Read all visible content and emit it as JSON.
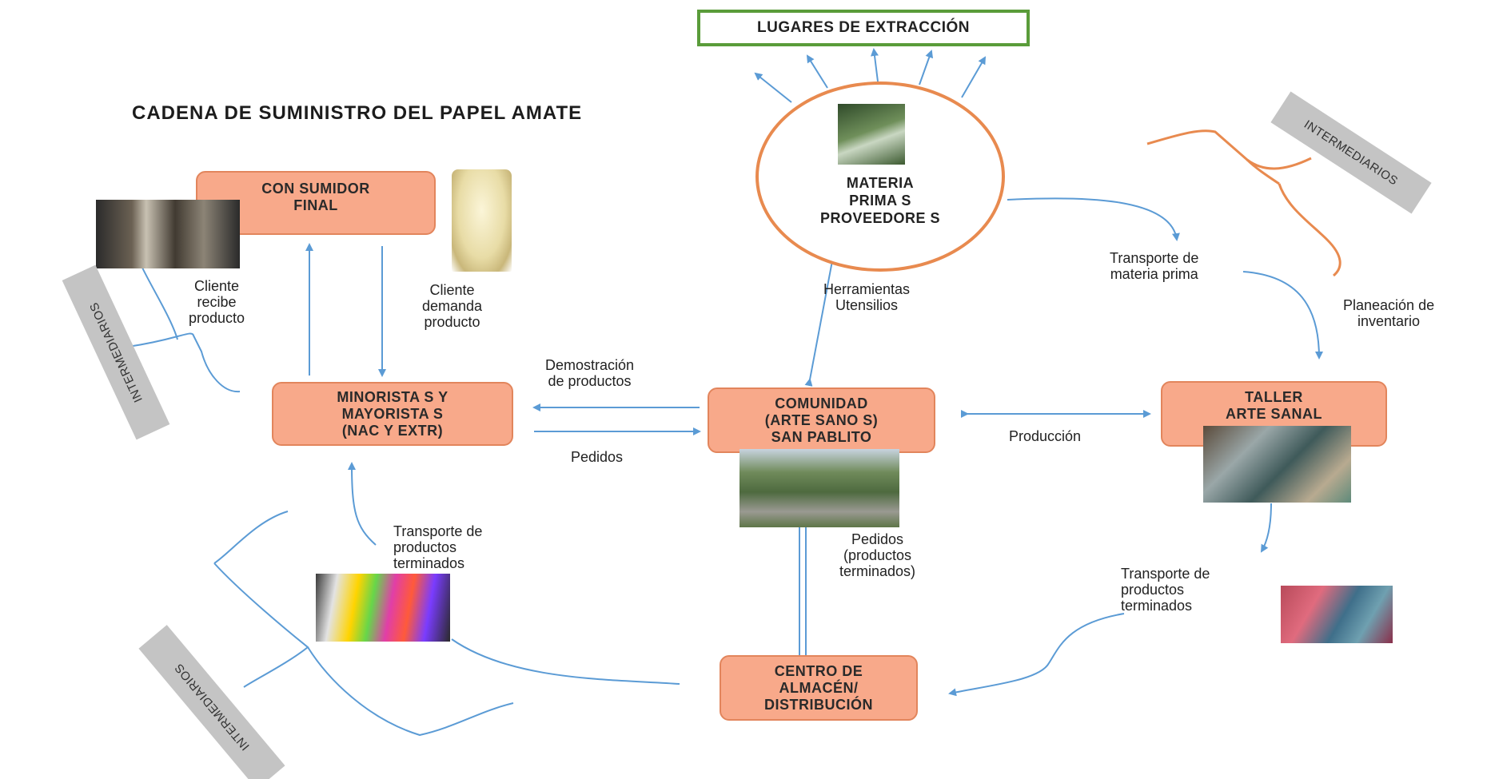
{
  "title": "CADENA DE SUMINISTRO DEL PAPEL AMATE",
  "extraction": "LUGARES DE EXTRACCIÓN",
  "materia": [
    "MATERIA",
    "PRIMA S",
    "PROVEEDORE S"
  ],
  "consumidor": [
    "CON SUMIDOR",
    "FINAL"
  ],
  "minoristas": [
    "MINORISTA S Y",
    "MAYORISTA S",
    "(NAC Y EXTR)"
  ],
  "comunidad": [
    "COMUNIDAD",
    "(ARTE SANO S)",
    "SAN PABLITO"
  ],
  "taller": [
    "TALLER",
    "ARTE SANAL"
  ],
  "centro": [
    "CENTRO DE",
    "ALMACÉN/",
    "DISTRIBUCIÓN"
  ],
  "intermediarios": "INTERMEDIARIOS",
  "labels": {
    "cliente_recibe": [
      "Cliente",
      "recibe",
      "producto"
    ],
    "cliente_demanda": [
      "Cliente",
      "demanda",
      "producto"
    ],
    "herramientas": [
      "Herramientas",
      "Utensilios"
    ],
    "transporte_mp": [
      "Transporte de",
      "materia prima"
    ],
    "planeacion": [
      "Planeación de",
      "inventario"
    ],
    "demostracion": [
      "Demostración",
      "de productos"
    ],
    "pedidos": "Pedidos",
    "produccion": "Producción",
    "transporte_pt_left": [
      "Transporte de",
      "productos",
      "terminados"
    ],
    "pedidos_pt": [
      "Pedidos",
      "(productos",
      "terminados)"
    ],
    "transporte_pt_right": [
      "Transporte de",
      "productos",
      "terminados"
    ]
  },
  "colors": {
    "node_fill": "#f8a98a",
    "node_border": "#e2855c",
    "arrow": "#5b9bd5",
    "bracket_orange": "#e88a4f",
    "green_border": "#5a9c3a",
    "grey_label": "#c4c4c4"
  }
}
